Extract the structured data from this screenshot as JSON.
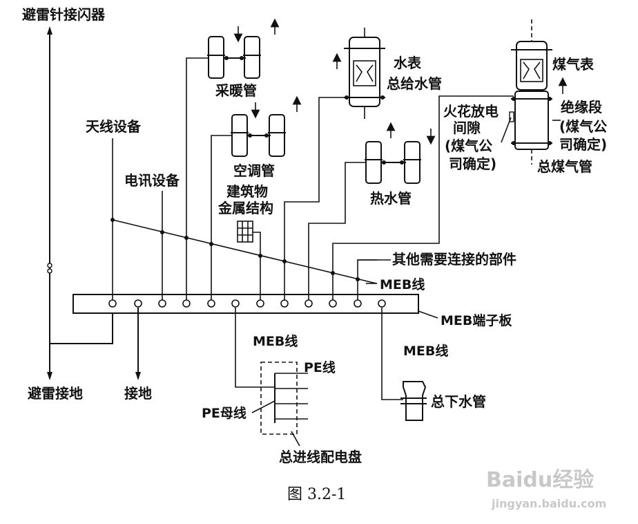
{
  "labels": {
    "lightning_rod": "避雷针接闪器",
    "heating_pipe": "采暖管",
    "water_meter": "水表",
    "main_water_supply": "总给水管",
    "gas_meter": "煤气表",
    "antenna": "天线设备",
    "ac_pipe": "空调管",
    "spark_gap_line1": "火花放电",
    "spark_gap_line2": "间隙",
    "spark_gap_line3": "(煤气公",
    "spark_gap_line4": "司确定)",
    "insulation_line1": "绝缘段",
    "insulation_line2": "(煤气公",
    "insulation_line3": "司确定)",
    "main_gas_pipe": "总煤气管",
    "telecom": "电讯设备",
    "building_metal_line1": "建筑物",
    "building_metal_line2": "金属结构",
    "hot_water_pipe": "热水管",
    "other_parts": "其他需要连接的部件",
    "meb_line_top": "MEB线",
    "meb_terminal_board": "MEB端子板",
    "meb_line_left": "MEB线",
    "meb_line_right": "MEB线",
    "pe_line": "PE线",
    "pe_busbar": "PE母线",
    "main_drain_pipe": "总下水管",
    "lightning_ground": "避雷接地",
    "ground": "接地",
    "main_distribution_board": "总进线配电盘",
    "caption": "图 3.2-1"
  },
  "watermark": {
    "brand": "Baidu经验",
    "url": "jingyan.baidu.com"
  }
}
